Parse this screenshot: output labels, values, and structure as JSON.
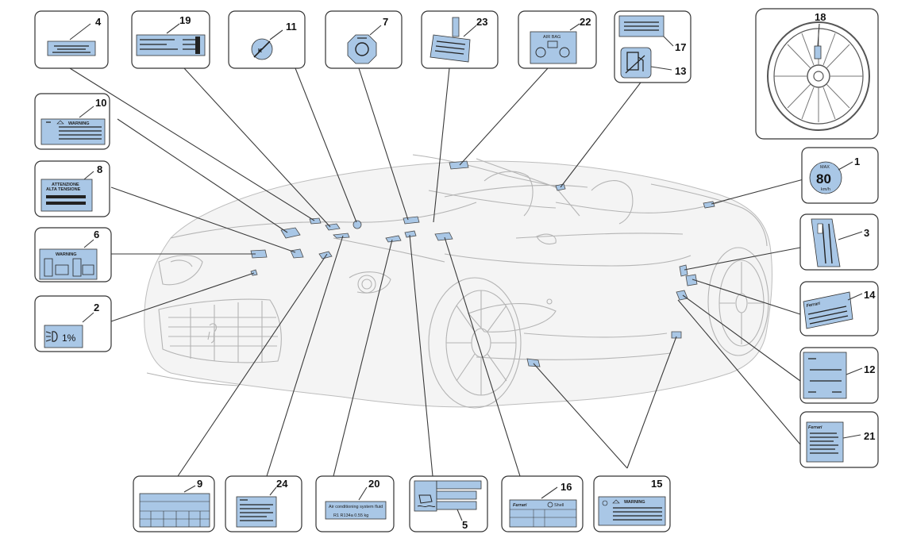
{
  "callouts": {
    "c1": "1",
    "c2": "2",
    "c3": "3",
    "c4": "4",
    "c5": "5",
    "c6": "6",
    "c7": "7",
    "c8": "8",
    "c9": "9",
    "c10": "10",
    "c11": "11",
    "c12": "12",
    "c13": "13",
    "c14": "14",
    "c15": "15",
    "c16": "16",
    "c17": "17",
    "c18": "18",
    "c19": "19",
    "c20": "20",
    "c21": "21",
    "c22": "22",
    "c23": "23",
    "c24": "24"
  },
  "label_texts": {
    "warning": "WARNING",
    "attenzione_1": "ATTENZIONE",
    "attenzione_2": "ALTA TENSIONE",
    "headlamp": "1%",
    "speed_max": "MAX",
    "speed_value": "80",
    "speed_unit": "km/h",
    "airbag": "AIR BAG",
    "shell": "Shell",
    "label_20_line1": "Air conditioning system fluid",
    "label_20_line2": "R1 R134a  0.55 kg",
    "brand_script": "Ferrari"
  },
  "colors": {
    "label_fill": "#a9c7e6",
    "outline": "#333333",
    "car_line": "#b4b4b4"
  }
}
